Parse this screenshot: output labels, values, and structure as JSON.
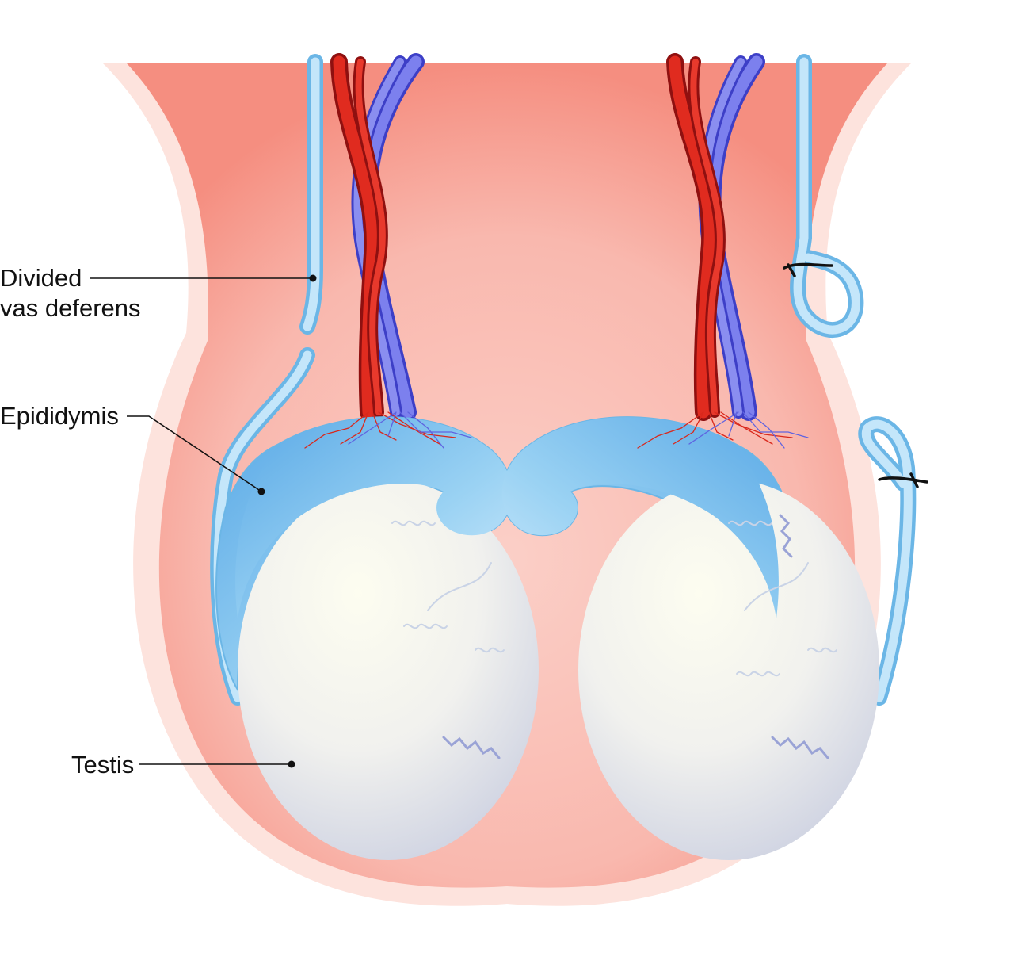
{
  "labels": {
    "vas_line1": "Divided",
    "vas_line2": "vas deferens",
    "epididymis": "Epididymis",
    "testis": "Testis"
  },
  "colors": {
    "skin_outer": "#fde3dd",
    "skin_inner": "#f9b3a9",
    "skin_glow": "#f47d70",
    "vas": "#a9d8f3",
    "vas_outline": "#6bb6e6",
    "epididymis": "#8fcbf0",
    "artery": "#d9281c",
    "vein": "#5f63e0",
    "testis": "#f7f7f2",
    "testis_shadow": "#d2d6e4",
    "ligature": "#111111"
  }
}
